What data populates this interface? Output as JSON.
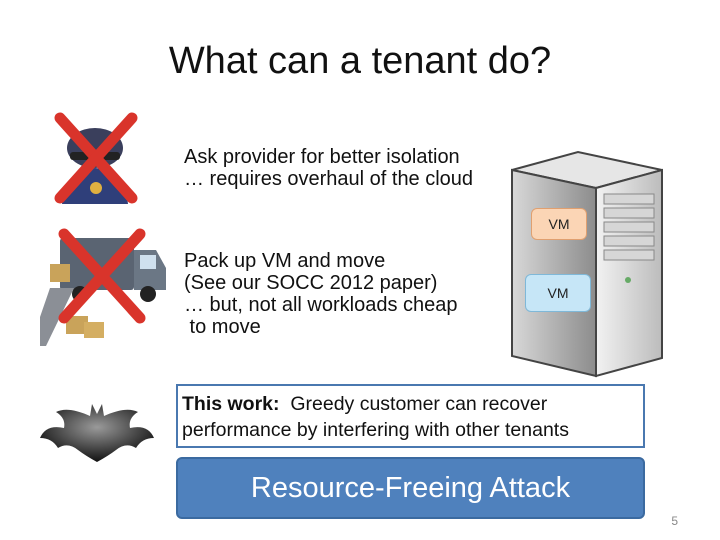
{
  "slide": {
    "title": "What can a tenant do?",
    "page_number": "5"
  },
  "options": [
    {
      "icon": "police-officer-icon",
      "crossed_out": true,
      "lines": [
        "Ask provider for better isolation",
        "… requires overhaul of the cloud"
      ]
    },
    {
      "icon": "moving-truck-icon",
      "crossed_out": true,
      "lines": [
        "Pack up VM and move",
        "(See our SOCC 2012 paper)",
        "… but, not all workloads cheap",
        " to move"
      ]
    },
    {
      "icon": "bat-icon",
      "crossed_out": false
    }
  ],
  "server": {
    "icon": "server-tower-icon",
    "vms": [
      {
        "label": "VM",
        "color": "#fbd5b5",
        "border": "#e0a070"
      },
      {
        "label": "VM",
        "color": "#c6e6f7",
        "border": "#7fb8d8"
      }
    ]
  },
  "callout": {
    "bold_text": "This work:",
    "text": "  Greedy customer can recover",
    "line2": "performance by interfering with other tenants",
    "border_color": "#4a78b0"
  },
  "attack_box": {
    "label": "Resource-Freeing Attack",
    "color": "#4f81bd"
  }
}
